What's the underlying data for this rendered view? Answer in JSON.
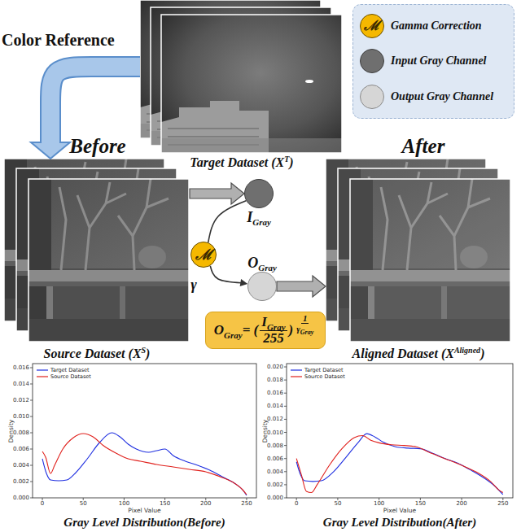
{
  "diagram": {
    "nodes": [
      {
        "text": [
          "Target Dataset (X",
          "T",
          ")"
        ]
      },
      {
        "text": [
          "Source Dataset (X",
          "S",
          ")"
        ]
      },
      {
        "text": [
          "I",
          "Gray"
        ]
      },
      {
        "text": [
          "ℳ"
        ]
      },
      {
        "text": [
          "O",
          "Gray"
        ]
      },
      {
        "text": [
          "O",
          "Gray",
          "= (",
          "I",
          "Gray",
          "255",
          ")",
          "1",
          "γ",
          "Gray"
        ]
      },
      {
        "text": [
          "Aligned Dataset (X",
          "Aligned",
          ")"
        ]
      }
    ],
    "edges": [
      {
        "from": 0,
        "to": 1,
        "label": "Color Reference",
        "arrow": "to"
      },
      {
        "from": 1,
        "to": 2,
        "arrow": "to"
      },
      {
        "from": 2,
        "to": 3,
        "arrow": "none"
      },
      {
        "from": 3,
        "to": 4,
        "arrow": "to"
      },
      {
        "from": 4,
        "to": 6,
        "arrow": "to"
      }
    ],
    "labels": [
      "Before",
      "After",
      "γ",
      "0.000",
      "0.002",
      "0.004",
      "0.006",
      "0.008",
      "0.010",
      "0.012",
      "0.014",
      "0.016",
      "0",
      "50",
      "100",
      "150",
      "200",
      "250",
      "Pixel Value",
      "Density",
      "Gray Level Distribution(Before)",
      "0.000",
      "0.002",
      "0.004",
      "0.006",
      "0.008",
      "0.010",
      "0.012",
      "0.014",
      "0.016",
      "0.018",
      "0.020",
      "0",
      "50",
      "100",
      "150",
      "200",
      "250",
      "Pixel Value",
      "Density",
      "Gray Level Distribution(After)",
      "ℳ"
    ],
    "legend": [
      {
        "text": "Gamma Correction",
        "color": "#f5b800"
      },
      {
        "text": "Input Gray Channel",
        "color": "#6f6f6f"
      },
      {
        "text": "Output Gray Channel",
        "color": "#d6d6d6"
      },
      {
        "text": "Target Dataset"
      },
      {
        "text": "Source Dataset"
      },
      {
        "text": "Target Dataset"
      },
      {
        "text": "Source Dataset"
      }
    ]
  }
}
